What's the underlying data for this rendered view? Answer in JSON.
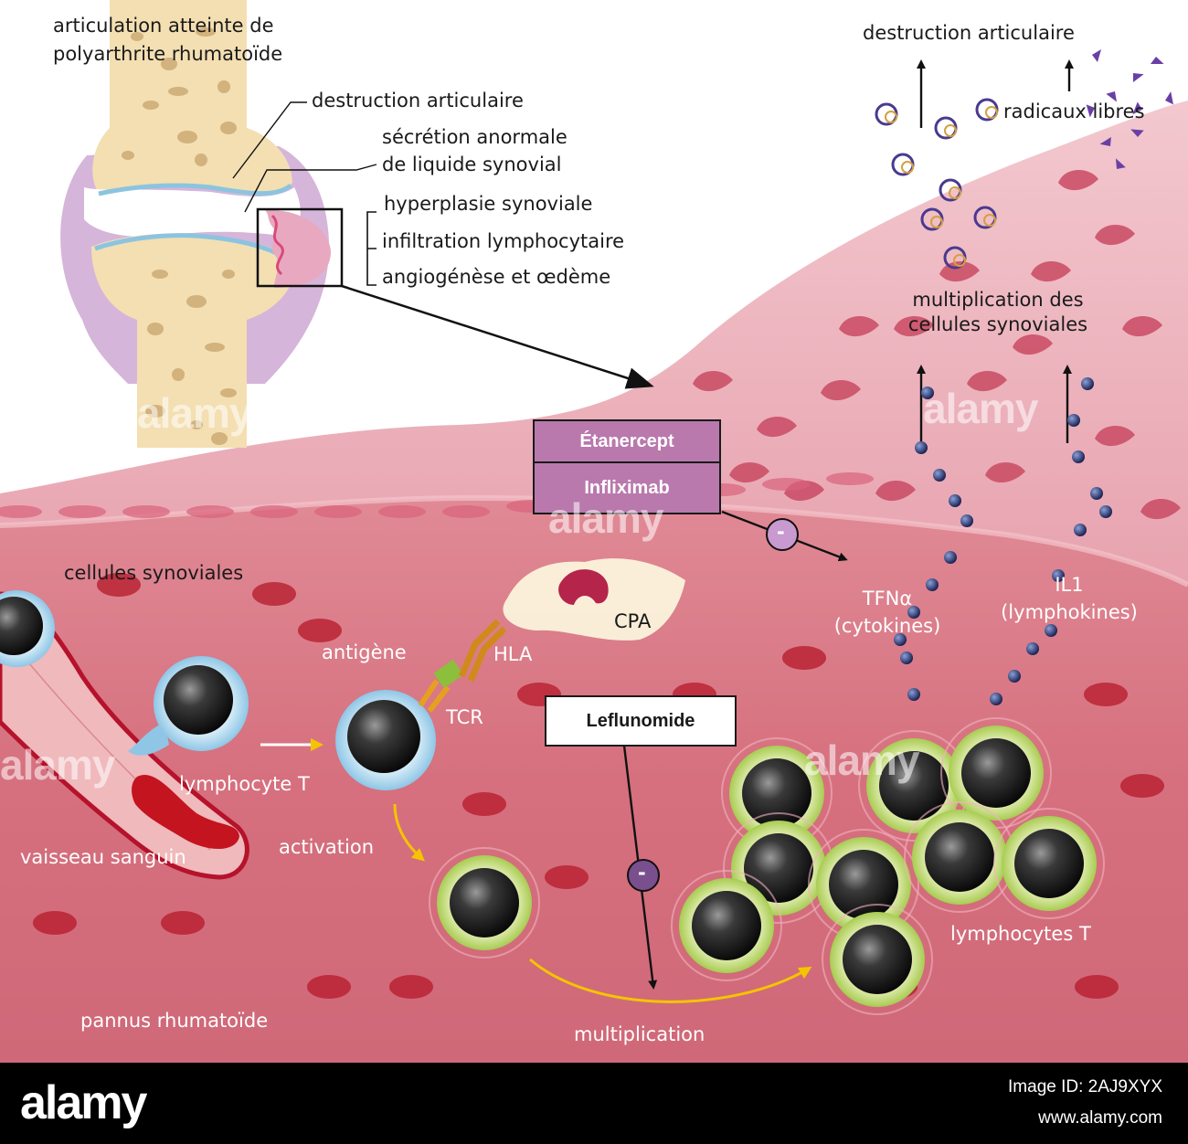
{
  "labels": {
    "joint_title_1": "articulation atteinte de",
    "joint_title_2": "polyarthrite rhumatoïde",
    "joint_destruction": "destruction articulaire",
    "abnormal_secretion_1": "sécrétion anormale",
    "abnormal_secretion_2": "de liquide synovial",
    "synovial_hyperplasia": "hyperplasie synoviale",
    "lymphocyte_infiltration": "infiltration lymphocytaire",
    "angiogenesis_edema": "angiogénèse et œdème",
    "top_destruction": "destruction articulaire",
    "free_radicals": "radicaux libres",
    "synovial_multiplication_1": "multiplication des",
    "synovial_multiplication_2": "cellules synoviales",
    "synovial_cells": "cellules synoviales",
    "apc": "CPA",
    "antigen": "antigène",
    "hla": "HLA",
    "tcr": "TCR",
    "tnf_1": "TFNα",
    "tnf_2": "(cytokines)",
    "il1_1": "IL1",
    "il1_2": "(lymphokines)",
    "t_lymphocyte": "lymphocyte T",
    "blood_vessel": "vaisseau sanguin",
    "activation": "activation",
    "t_lymphocytes": "lymphocytes T",
    "rheumatoid_pannus": "pannus rhumatoïde",
    "multiplication": "multiplication",
    "minus_1": "-",
    "minus_2": "-"
  },
  "drugs": {
    "etanercept": "Étanercept",
    "infliximab": "Infliximab",
    "leflunomide": "Leflunomide"
  },
  "watermark": "alamy",
  "footer": {
    "logo": "alamy",
    "image_id": "Image ID: 2AJ9XYX",
    "url": "www.alamy.com"
  },
  "colors": {
    "tissue": "#d8707f",
    "synovium": "#e9b0ba",
    "bone": "#f0dcae",
    "capsule": "#c9a3cf",
    "drug_box": "#b979ad",
    "cell_shell": "#b7d36a",
    "arrow_yellow": "#f5c400"
  }
}
